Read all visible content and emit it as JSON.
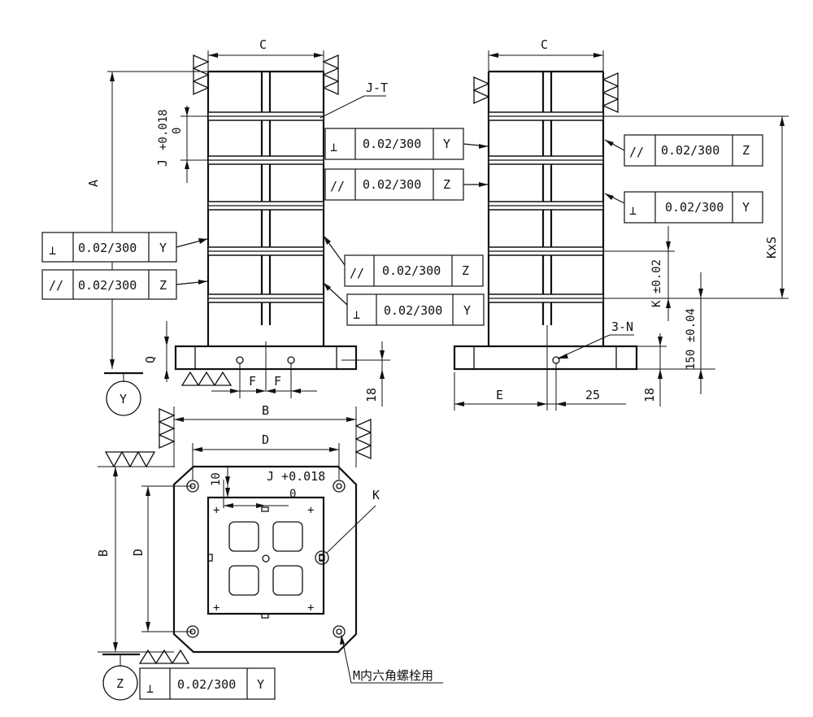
{
  "dimensions": {
    "c": "C",
    "a": "A",
    "b": "B",
    "d": "D",
    "e": "E",
    "f": "F",
    "q": "Q",
    "j": "J",
    "jt": "J-T",
    "jtol_top": "+0.018",
    "jtol_bot": "0",
    "j_plan": "J +0.018",
    "j_plan_bot": "0",
    "kxs": "KxS",
    "k": "K ±0.02",
    "k_plan": "K",
    "h150": "150 ±0.04",
    "v18": "18",
    "v25": "25",
    "v10": "10",
    "n3": "3-N"
  },
  "datums": {
    "y": "Y",
    "z": "Z"
  },
  "control_frames": [
    {
      "symbol": "perp",
      "value": "0.02/300",
      "datum": "Y"
    },
    {
      "symbol": "parallel",
      "value": "0.02/300",
      "datum": "Z"
    }
  ],
  "frame_symbols": {
    "perp": "⊥",
    "parallel": "//"
  },
  "note": "M内六角螺栓用"
}
